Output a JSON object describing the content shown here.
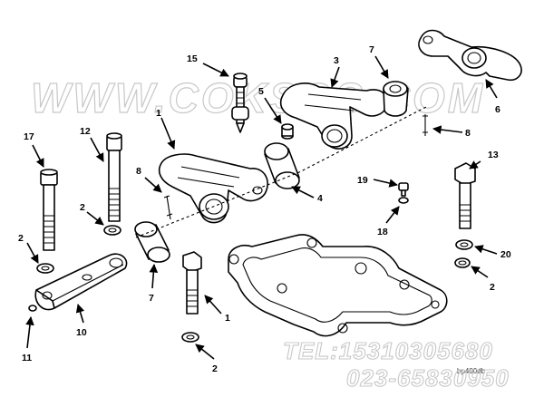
{
  "watermark": "WWW.COKSGS.COM",
  "phone_line_1": "TEL:15310305680",
  "phone_line_2": "023-65830950",
  "doc_number": "bp400db",
  "callouts": {
    "c15": "15",
    "c5": "5",
    "c3": "3",
    "c7_top": "7",
    "c6": "6",
    "c8_right": "8",
    "c1_top": "1",
    "c17": "17",
    "c12": "12",
    "c8_left": "8",
    "c4": "4",
    "c13": "13",
    "c19": "19",
    "c18": "18",
    "c2_a": "2",
    "c2_b": "2",
    "c7_mid": "7",
    "c20": "20",
    "c2_c": "2",
    "c1_bottom": "1",
    "c2_d": "2",
    "c10": "10",
    "c11": "11"
  }
}
